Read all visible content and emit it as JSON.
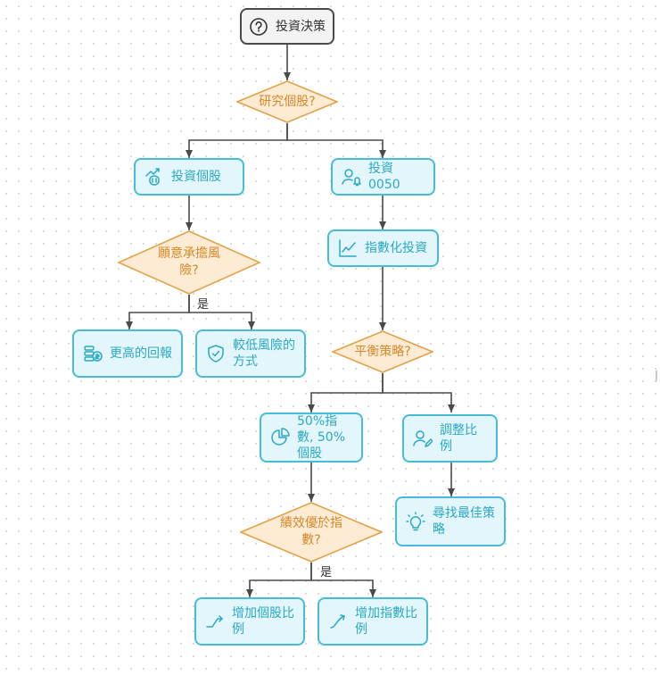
{
  "colors": {
    "process_fill": "#e3f6fb",
    "process_stroke": "#46bcd6",
    "process_text": "#2aa9c4",
    "decision_fill": "#fdebd3",
    "decision_stroke": "#e3a24a",
    "decision_text": "#d4882a",
    "edge": "#4a4a4a"
  },
  "nodes": {
    "start": {
      "label": "投資決策",
      "icon": "question-circle-icon"
    },
    "research": {
      "label": "研究個股?"
    },
    "invest_stock": {
      "label": "投資個股",
      "icon": "chart-piggy-icon"
    },
    "invest_0050": {
      "label": "投資0050",
      "icon": "user-bell-icon"
    },
    "risk": {
      "label": "願意承擔風險?"
    },
    "index_invest": {
      "label": "指數化投資",
      "icon": "line-chart-icon"
    },
    "higher_return": {
      "label": "更高的回報",
      "icon": "coins-icon"
    },
    "lower_risk": {
      "label": "較低風險的方式",
      "icon": "shield-icon"
    },
    "balance": {
      "label": "平衡策略?"
    },
    "split": {
      "label": "50%指數, 50%個股",
      "icon": "pie-chart-icon"
    },
    "adjust": {
      "label": "調整比例",
      "icon": "user-edit-icon"
    },
    "outperform": {
      "label": "績效優於指數?"
    },
    "best_strategy": {
      "label": "尋找最佳策略",
      "icon": "lightbulb-icon"
    },
    "inc_stock": {
      "label": "增加個股比例",
      "icon": "trend-up-icon"
    },
    "inc_index": {
      "label": "增加指數比例",
      "icon": "trend-up-icon"
    }
  },
  "edge_labels": {
    "risk_yes": "是",
    "outperform_yes": "是"
  }
}
